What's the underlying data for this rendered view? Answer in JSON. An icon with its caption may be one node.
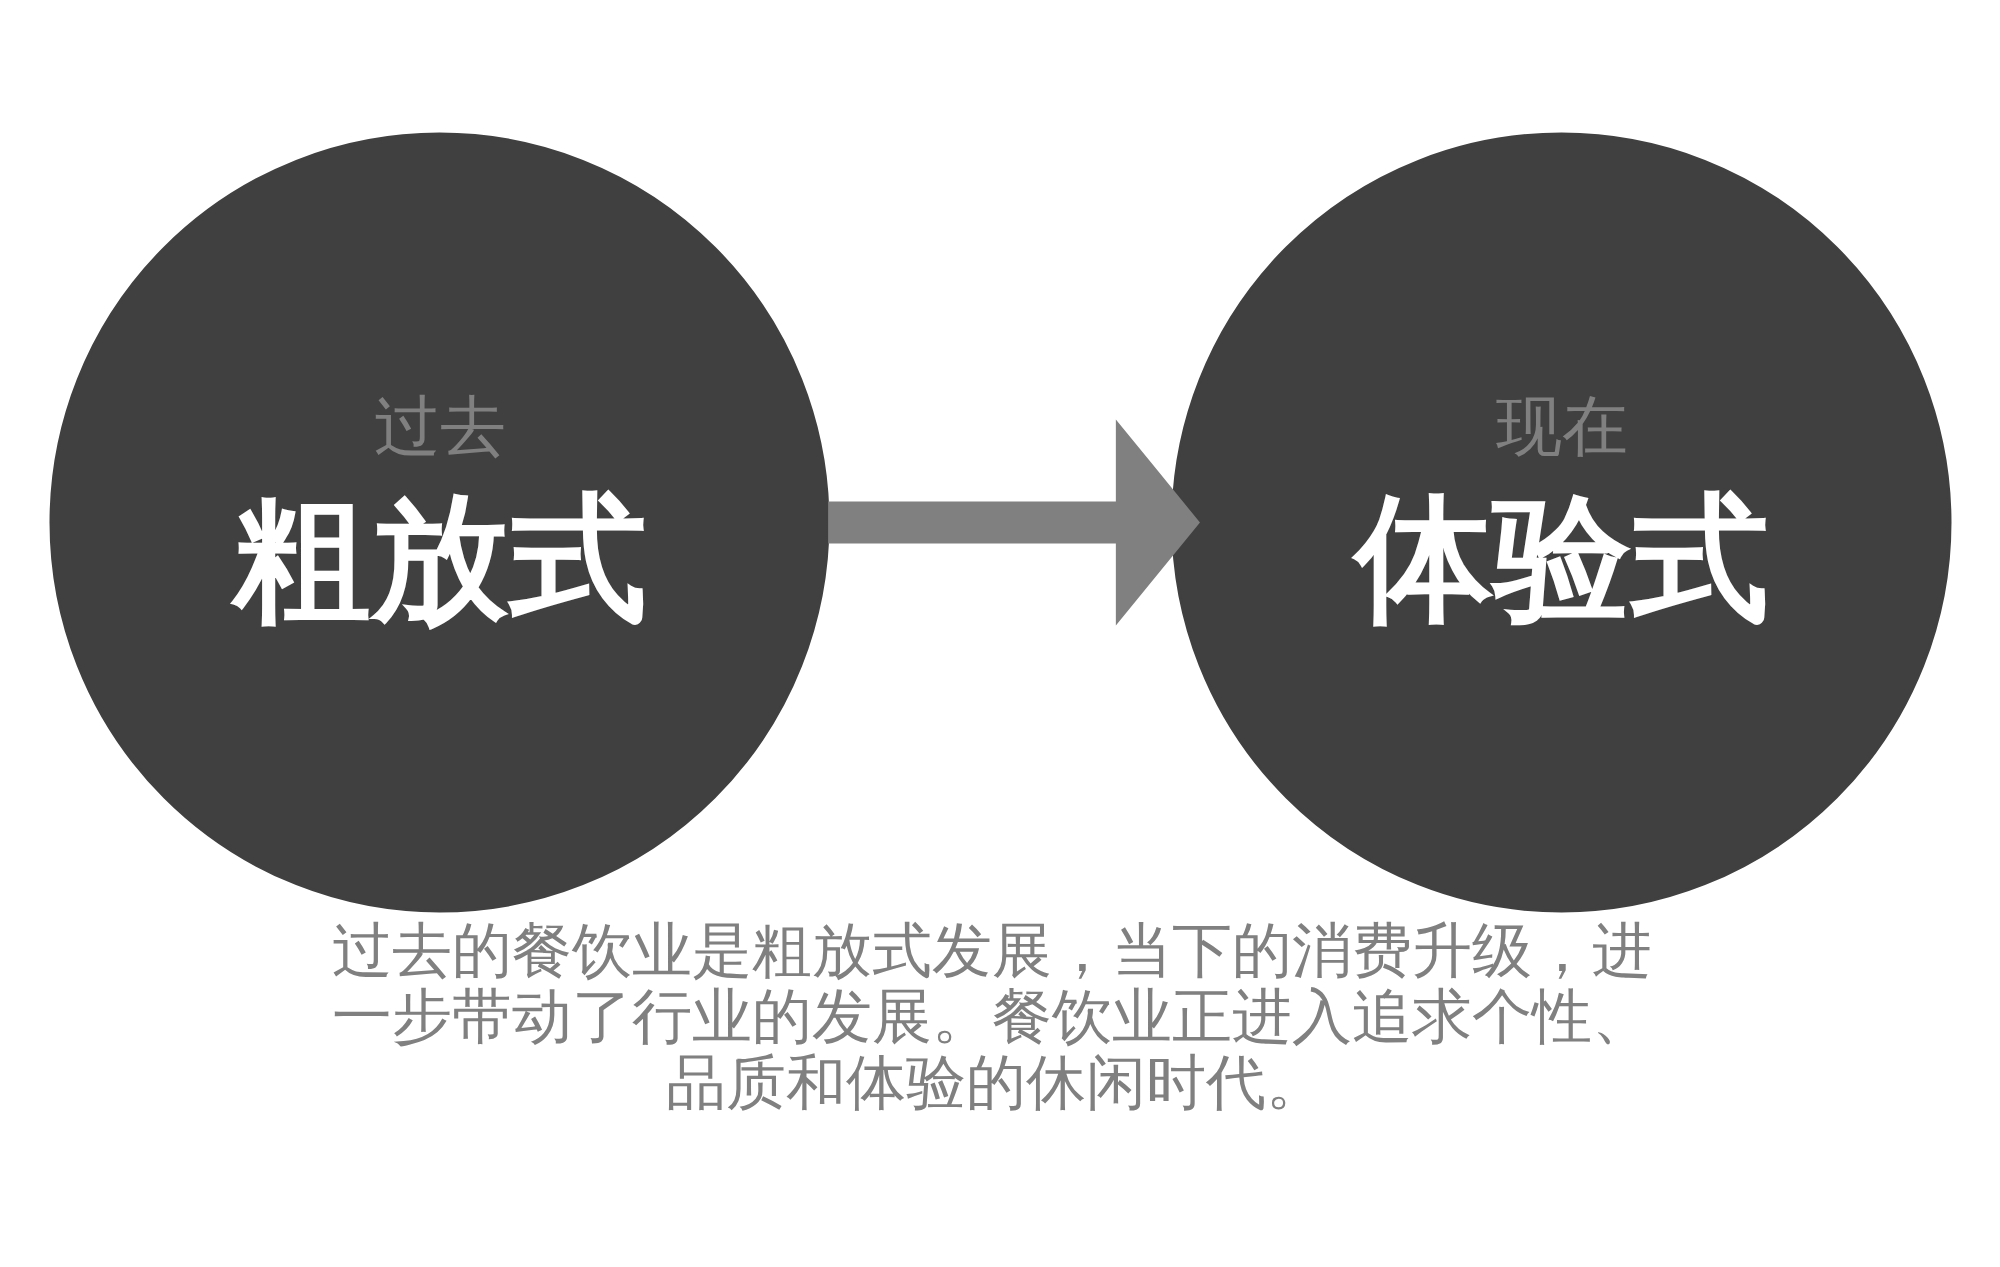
{
  "diagram": {
    "caption": "过去的餐饮业是粗放式发展，当下的消费升级，进一步带动了行业的发展。餐饮业正进入追求个性、品质和体验的休闲时代。",
    "nodes": [
      {
        "text": [
          "过去",
          "粗放式"
        ]
      },
      {
        "text": [
          "现在",
          "体验式"
        ]
      }
    ],
    "edges": [
      {
        "from": 0,
        "to": 1,
        "arrow": "to"
      }
    ]
  }
}
